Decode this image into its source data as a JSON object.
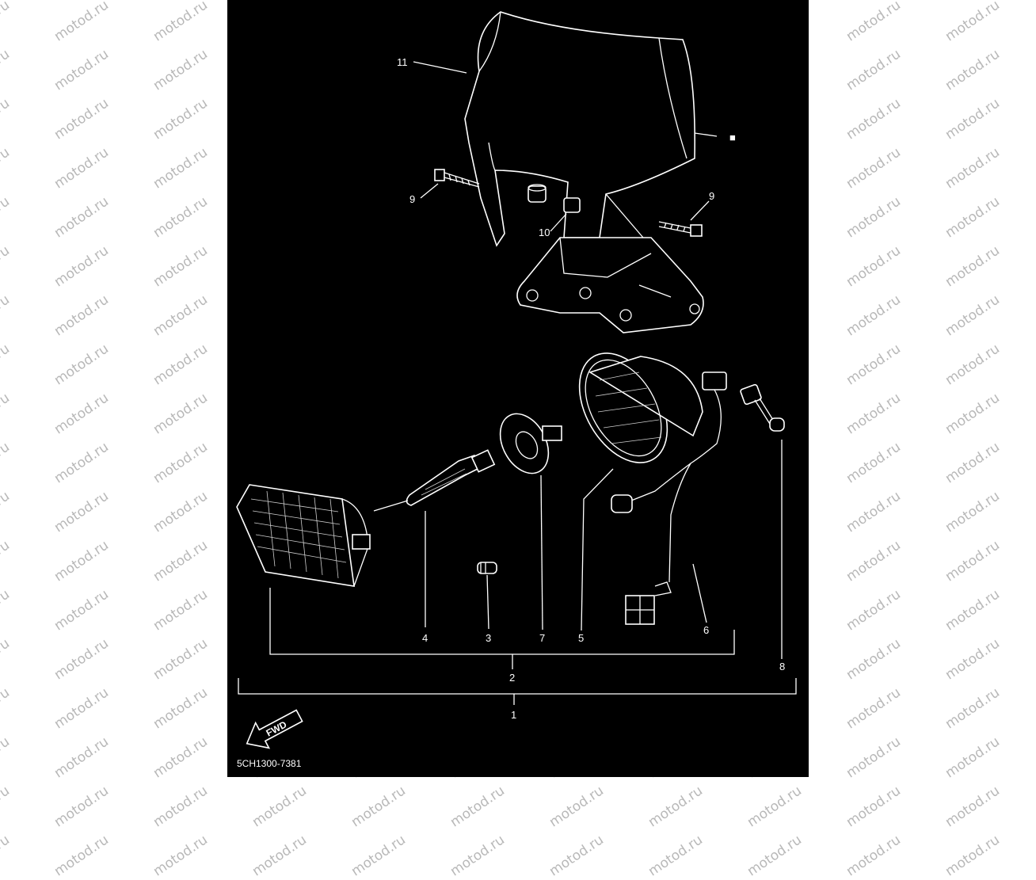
{
  "watermark": "motod.ru",
  "part_code": "5CH1300-7381",
  "front_arrow_text": "FWD",
  "callouts": {
    "c1": "1",
    "c2": "2",
    "c3": "3",
    "c4": "4",
    "c5": "5",
    "c6": "6",
    "c7": "7",
    "c8": "8",
    "c9a": "9",
    "c9b": "9",
    "c10": "10",
    "c11": "11",
    "square_marker": "■"
  },
  "colors": {
    "panel": "#000000",
    "line": "#ffffff",
    "watermark": "#b8b8b8"
  }
}
